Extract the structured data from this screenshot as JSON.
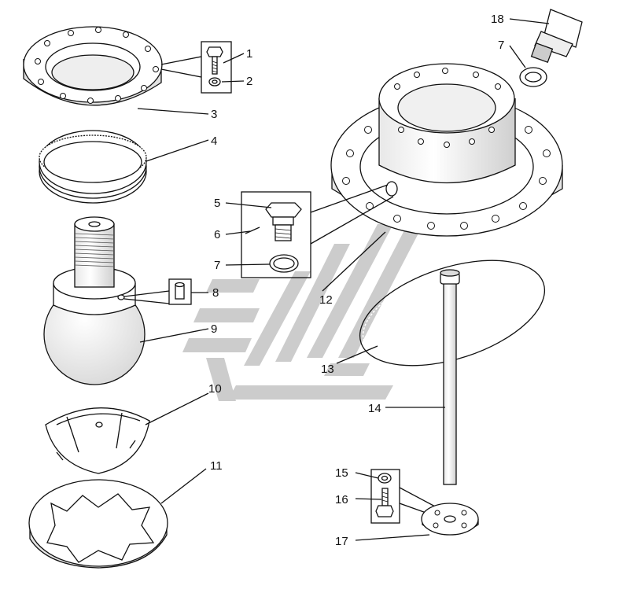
{
  "callouts": [
    {
      "id": "1",
      "label": "1"
    },
    {
      "id": "2",
      "label": "2"
    },
    {
      "id": "3",
      "label": "3"
    },
    {
      "id": "4",
      "label": "4"
    },
    {
      "id": "5",
      "label": "5"
    },
    {
      "id": "6",
      "label": "6"
    },
    {
      "id": "7a",
      "label": "7"
    },
    {
      "id": "7b",
      "label": "7"
    },
    {
      "id": "8",
      "label": "8"
    },
    {
      "id": "9",
      "label": "9"
    },
    {
      "id": "10",
      "label": "10"
    },
    {
      "id": "11",
      "label": "11"
    },
    {
      "id": "12",
      "label": "12"
    },
    {
      "id": "13",
      "label": "13"
    },
    {
      "id": "14",
      "label": "14"
    },
    {
      "id": "15",
      "label": "15"
    },
    {
      "id": "16",
      "label": "16"
    },
    {
      "id": "17",
      "label": "17"
    },
    {
      "id": "18",
      "label": "18"
    }
  ],
  "colors": {
    "line": "#111111",
    "part_fill": "#ffffff",
    "shade": "#d8d8d8",
    "watermark": "#c7c7c7"
  }
}
